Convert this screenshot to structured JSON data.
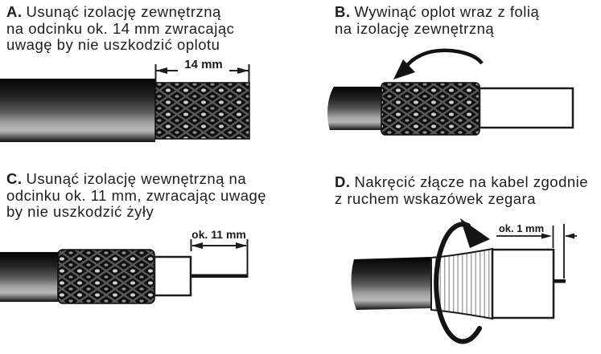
{
  "panels": {
    "a": {
      "label": "A.",
      "lines": [
        "Usunąć izolację zewnętrzną",
        "na odcinku ok. 14 mm zwracając",
        "uwagę by nie uszkodzić oplotu"
      ],
      "dimension": "14 mm"
    },
    "b": {
      "label": "B.",
      "lines": [
        "Wywinąć oplot wraz z folią",
        "na izolację zewnętrzną"
      ]
    },
    "c": {
      "label": "C.",
      "lines": [
        "Usunąć izolację wewnętrzną na",
        "odcinku ok. 11 mm, zwracając uwagę",
        "by nie uszkodzić żyły"
      ],
      "dimension": "ok. 11 mm"
    },
    "d": {
      "label": "D.",
      "lines": [
        "Nakręcić złącze na kabel zgodnie",
        "z ruchem wskazówek zegara"
      ],
      "dimension": "ok. 1 mm"
    }
  },
  "icons": {
    "fold_arrow": "curved-arrow-left-icon",
    "rotate_arrow": "circular-arrow-clockwise-icon"
  },
  "colors": {
    "background": "#ffffff",
    "ink": "#1c1c1c",
    "cable_dark": "#0e0e0e",
    "braid_base": "#101010",
    "dielectric": "#ffffff"
  }
}
